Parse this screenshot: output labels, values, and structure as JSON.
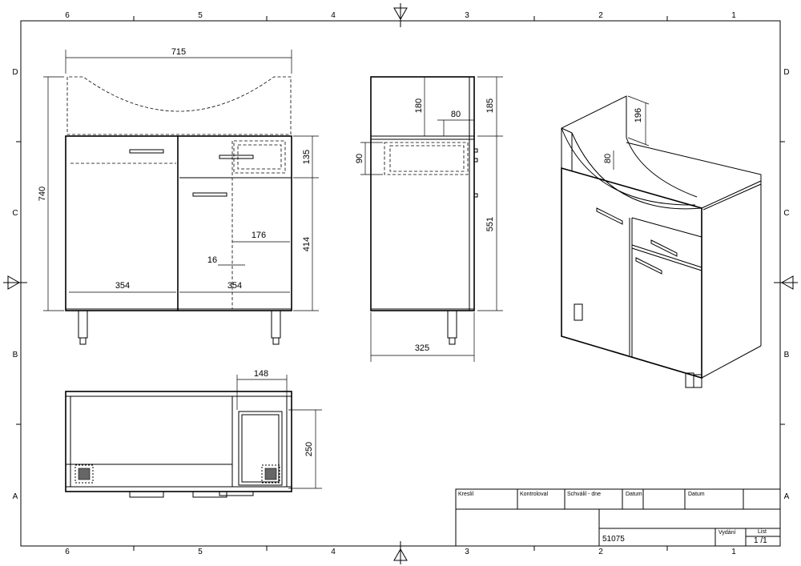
{
  "frame": {
    "columns": [
      "6",
      "5",
      "4",
      "3",
      "2",
      "1"
    ],
    "rows": [
      "D",
      "C",
      "B",
      "A"
    ]
  },
  "dimensions": {
    "front_width": "715",
    "front_height": "740",
    "drawer_height": "135",
    "door_height": "414",
    "door_width_left": "354",
    "door_width_right": "354",
    "shelf_offset": "176",
    "gap": "16",
    "side_top": "180",
    "side_depth_cut": "80",
    "side_back_height": "185",
    "side_drawer": "90",
    "side_body_height": "551",
    "side_depth": "325",
    "iso_height": "196",
    "iso_depth": "80",
    "top_drawer_width": "148",
    "top_depth": "250"
  },
  "title_block": {
    "drawn": "Kreslil",
    "checked": "Kontroloval",
    "approved": "Schválil - dne",
    "date1": "Datum",
    "date2": "Datum",
    "drawing_no": "51075",
    "edition": "Vydání",
    "sheet_label": "List",
    "sheet_value": "1 /1"
  }
}
